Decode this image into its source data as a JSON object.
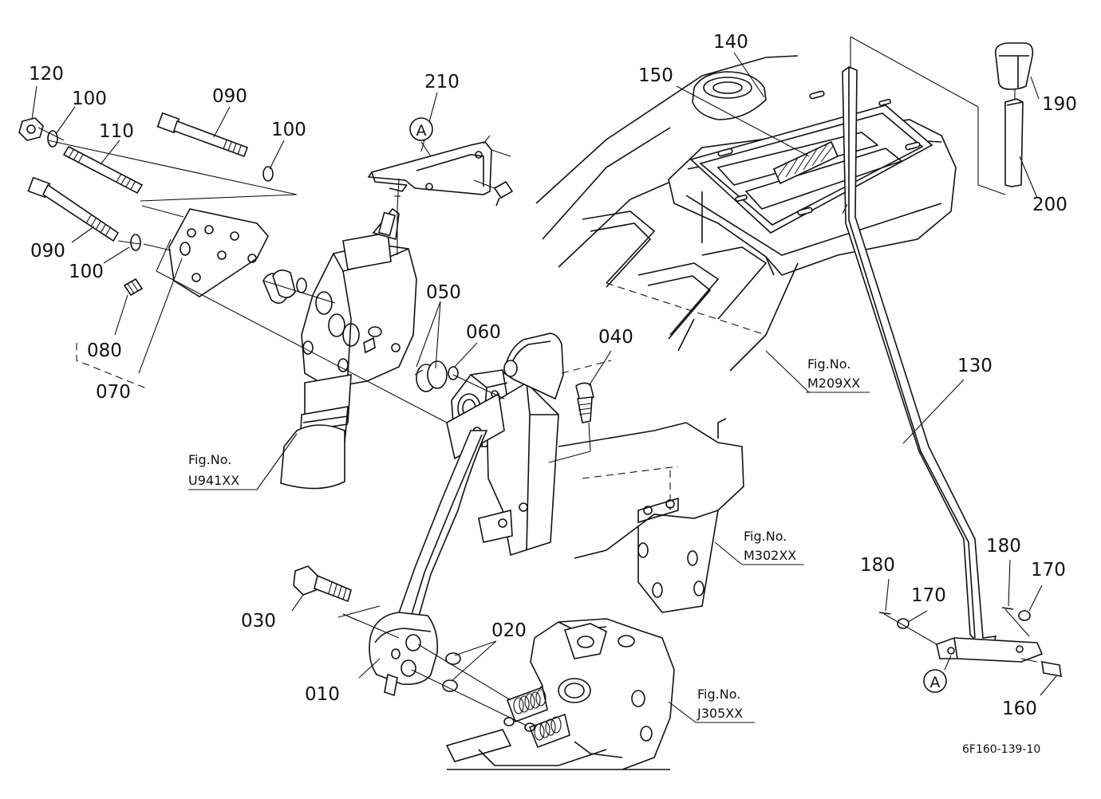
{
  "labels": {
    "p010": "010",
    "p020": "020",
    "p030": "030",
    "p040": "040",
    "p050": "050",
    "p060": "060",
    "p070": "070",
    "p080": "080",
    "p090a": "090",
    "p090b": "090",
    "p100a": "100",
    "p100b": "100",
    "p100c": "100",
    "p110": "110",
    "p120": "120",
    "p130": "130",
    "p140": "140",
    "p150": "150",
    "p160": "160",
    "p170a": "170",
    "p170b": "170",
    "p180a": "180",
    "p180b": "180",
    "p190": "190",
    "p200": "200",
    "p210": "210",
    "refA1": "A",
    "refA2": "A"
  },
  "figure_refs": [
    {
      "caption": "Fig.No.",
      "number": "U941XX"
    },
    {
      "caption": "Fig.No.",
      "number": "M209XX"
    },
    {
      "caption": "Fig.No.",
      "number": "M302XX"
    },
    {
      "caption": "Fig.No.",
      "number": "J305XX"
    }
  ],
  "drawing_code": "6F160-139-10"
}
